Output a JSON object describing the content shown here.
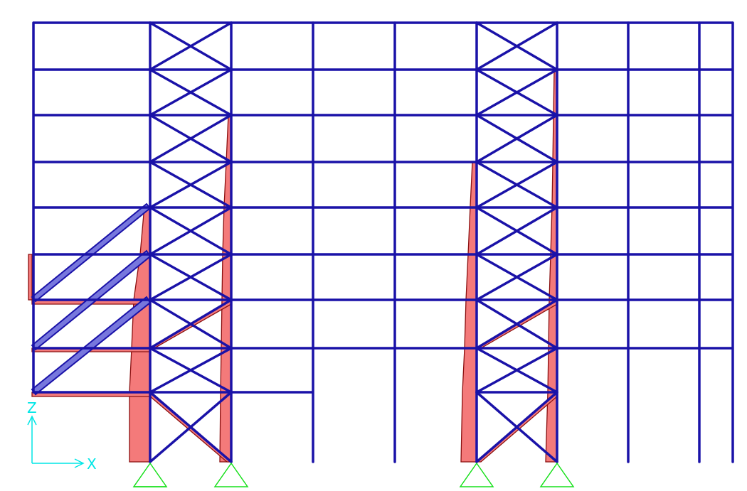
{
  "axis_labels": {
    "vertical": "Z",
    "horizontal": "X"
  },
  "colors": {
    "members": "#1a12a8",
    "force_diagram": "#f47a7a",
    "force_outline": "#8a1010",
    "supports": "#19e01d",
    "axes": "#00e6e6",
    "background": "#ffffff"
  },
  "icons": {
    "supports": "pinned-support-triangle",
    "axes": "coordinate-axes-arrows"
  }
}
